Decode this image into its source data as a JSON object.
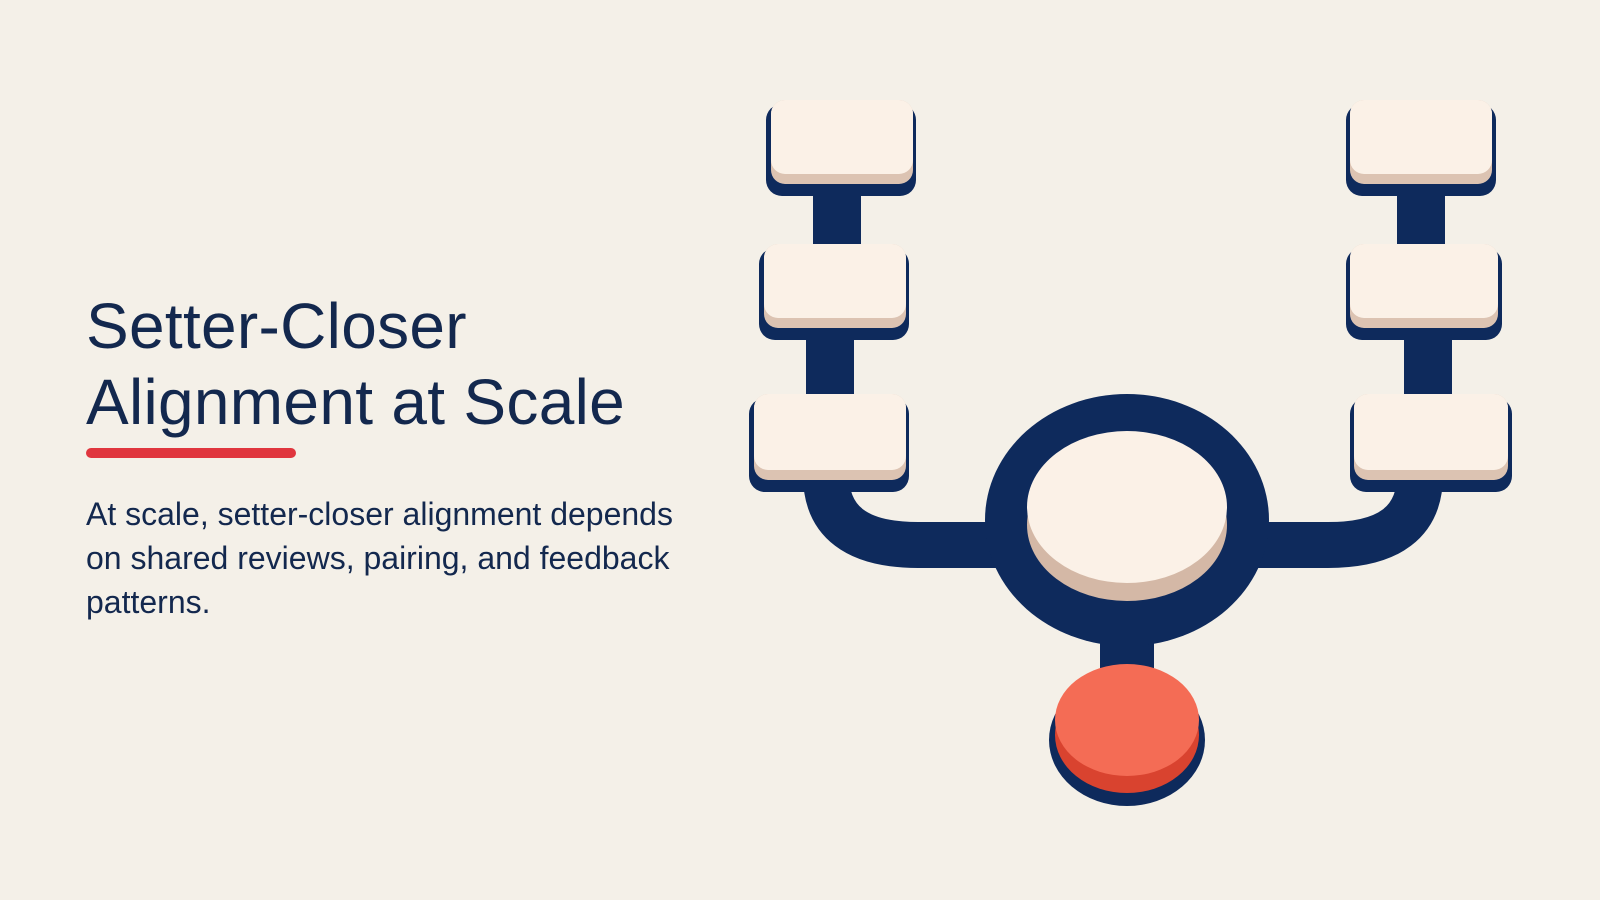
{
  "slide": {
    "title_line1": "Setter-Closer",
    "title_line2": "Alignment at Scale",
    "body": "At scale, setter-closer alignment depends on shared reviews, pairing, and feedback patterns."
  },
  "diagram": {
    "left_branch_nodes": 3,
    "right_branch_nodes": 3,
    "hub": "center-disc",
    "output": "red-disc"
  },
  "colors": {
    "background": "#F4F0E8",
    "navy": "#0E2A5C",
    "card": "#FBF1E7",
    "card_side": "#DCC3B2",
    "accent_red": "#E0363E",
    "output_red": "#F46C55"
  }
}
